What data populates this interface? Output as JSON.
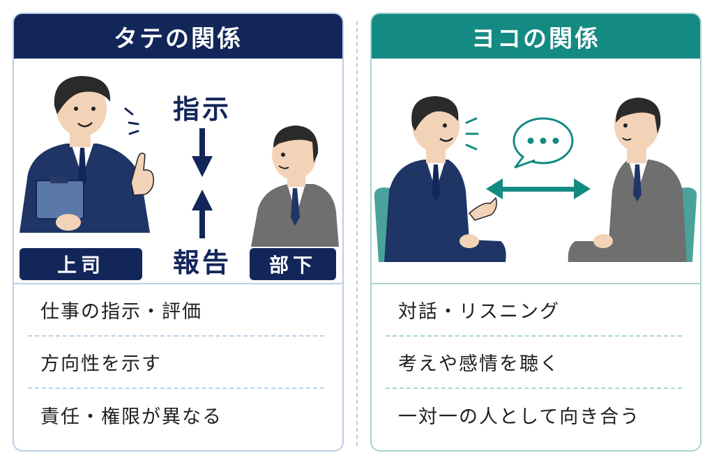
{
  "vertical": {
    "title": "タテの関係",
    "boss_label": "上司",
    "subordinate_label": "部下",
    "instruction_label": "指示",
    "report_label": "報告",
    "items": [
      "仕事の指示・評価",
      "方向性を示す",
      "責任・権限が異なる"
    ]
  },
  "horizontal": {
    "title": "ヨコの関係",
    "items": [
      "対話・リスニング",
      "考えや感情を聴く",
      "一対一の人として向き合う"
    ]
  },
  "colors": {
    "navy": "#13265a",
    "teal": "#138a82",
    "suit_navy": "#1e3566",
    "suit_gray": "#6f6f6f"
  },
  "icons": [
    "speech-lines-icon",
    "down-arrow-icon",
    "up-arrow-icon",
    "speech-bubble-icon",
    "double-arrow-icon"
  ]
}
